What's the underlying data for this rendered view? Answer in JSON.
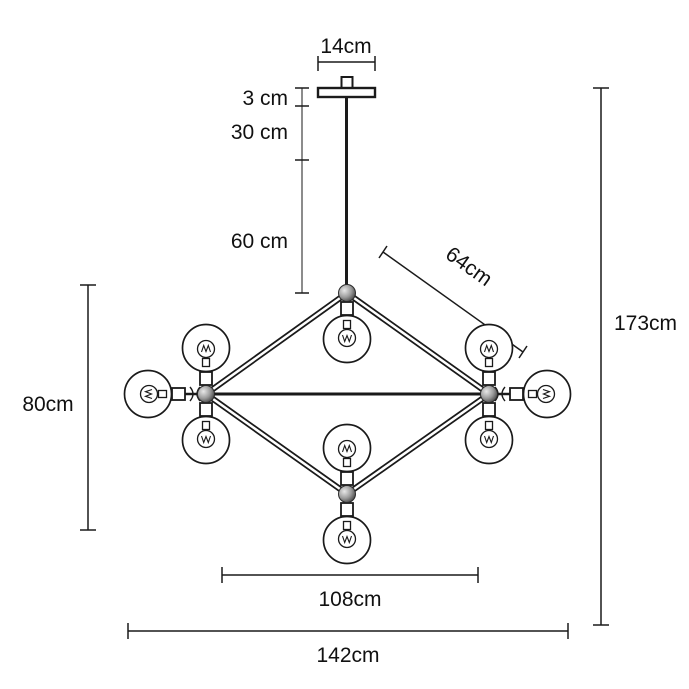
{
  "diagram": {
    "background_color": "#ffffff",
    "line_color": "#1a1a1a",
    "text_color": "#111111",
    "dimensions": {
      "canopy_width": "14cm",
      "canopy_thickness": "3 cm",
      "upper_stem": "30 cm",
      "lower_stem": "60 cm",
      "arm_length": "64cm",
      "total_height": "173cm",
      "body_height": "80cm",
      "inner_width": "108cm",
      "total_width": "142cm"
    }
  }
}
